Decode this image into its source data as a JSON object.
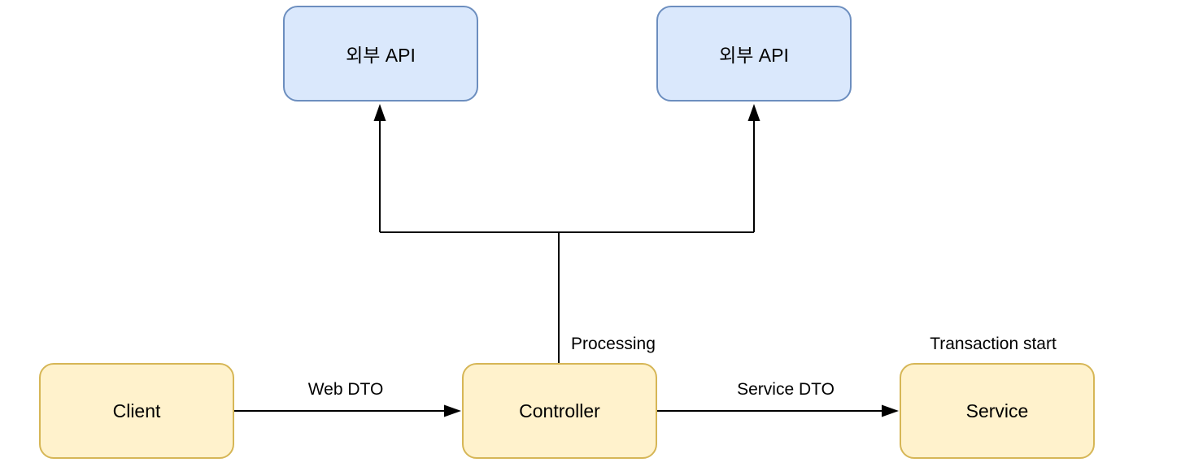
{
  "diagram": {
    "background": "#ffffff",
    "nodes": [
      {
        "id": "external-api-left",
        "label": "외부 API",
        "type": "blue"
      },
      {
        "id": "external-api-right",
        "label": "외부 API",
        "type": "blue"
      },
      {
        "id": "client",
        "label": "Client",
        "type": "yellow"
      },
      {
        "id": "controller",
        "label": "Controller",
        "type": "yellow"
      },
      {
        "id": "service",
        "label": "Service",
        "type": "yellow"
      }
    ],
    "edge_labels": [
      {
        "id": "web-dto",
        "label": "Web DTO"
      },
      {
        "id": "service-dto",
        "label": "Service DTO"
      },
      {
        "id": "processing",
        "label": "Processing"
      },
      {
        "id": "transaction-start",
        "label": "Transaction start"
      }
    ],
    "edges": [
      {
        "from": "client",
        "to": "controller",
        "label": "Web DTO"
      },
      {
        "from": "controller",
        "to": "service",
        "label": "Service DTO"
      },
      {
        "from": "controller",
        "to": "external-api-left",
        "label": "Processing"
      },
      {
        "from": "controller",
        "to": "external-api-right",
        "label": "Processing"
      }
    ],
    "colors": {
      "blue_fill": "#dae8fc",
      "blue_border": "#6c8ebf",
      "yellow_fill": "#fff2cc",
      "yellow_border": "#d6b656",
      "connector": "#000000",
      "text": "#000000"
    }
  }
}
